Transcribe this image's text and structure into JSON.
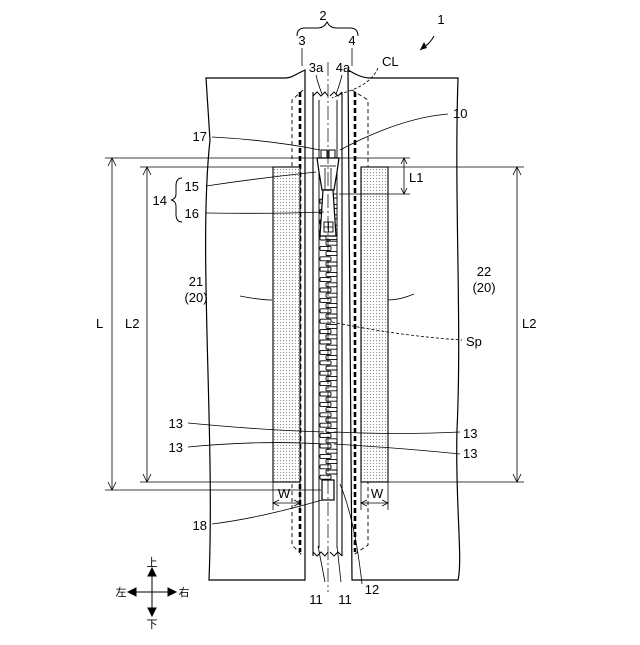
{
  "labels": {
    "fastener_group": "2",
    "article": "1",
    "tape_left": "3",
    "tape_right": "4",
    "tape_left_edge": "3a",
    "tape_right_edge": "4a",
    "center_line": "CL",
    "slide_fastener": "10",
    "top_stop": "17",
    "slider_group": "14",
    "slider_body": "15",
    "pull_tab": "16",
    "len_l1": "L1",
    "len_l": "L",
    "len_l2_left": "L2",
    "len_l2_right": "L2",
    "member_left": "21",
    "member_left_group": "(20)",
    "member_right": "22",
    "member_right_group": "(20)",
    "space": "Sp",
    "elem_l1": "13",
    "elem_l2": "13",
    "elem_r1": "13",
    "elem_r2": "13",
    "width_left": "W",
    "width_right": "W",
    "bottom_stop": "18",
    "core_left": "11",
    "core_right": "11",
    "bottom_part": "12"
  },
  "directions": {
    "up": "上",
    "down": "下",
    "left": "左",
    "right": "右"
  },
  "colors": {
    "line": "#000000",
    "dot_fill": "#d4d4d4",
    "background": "#ffffff"
  }
}
